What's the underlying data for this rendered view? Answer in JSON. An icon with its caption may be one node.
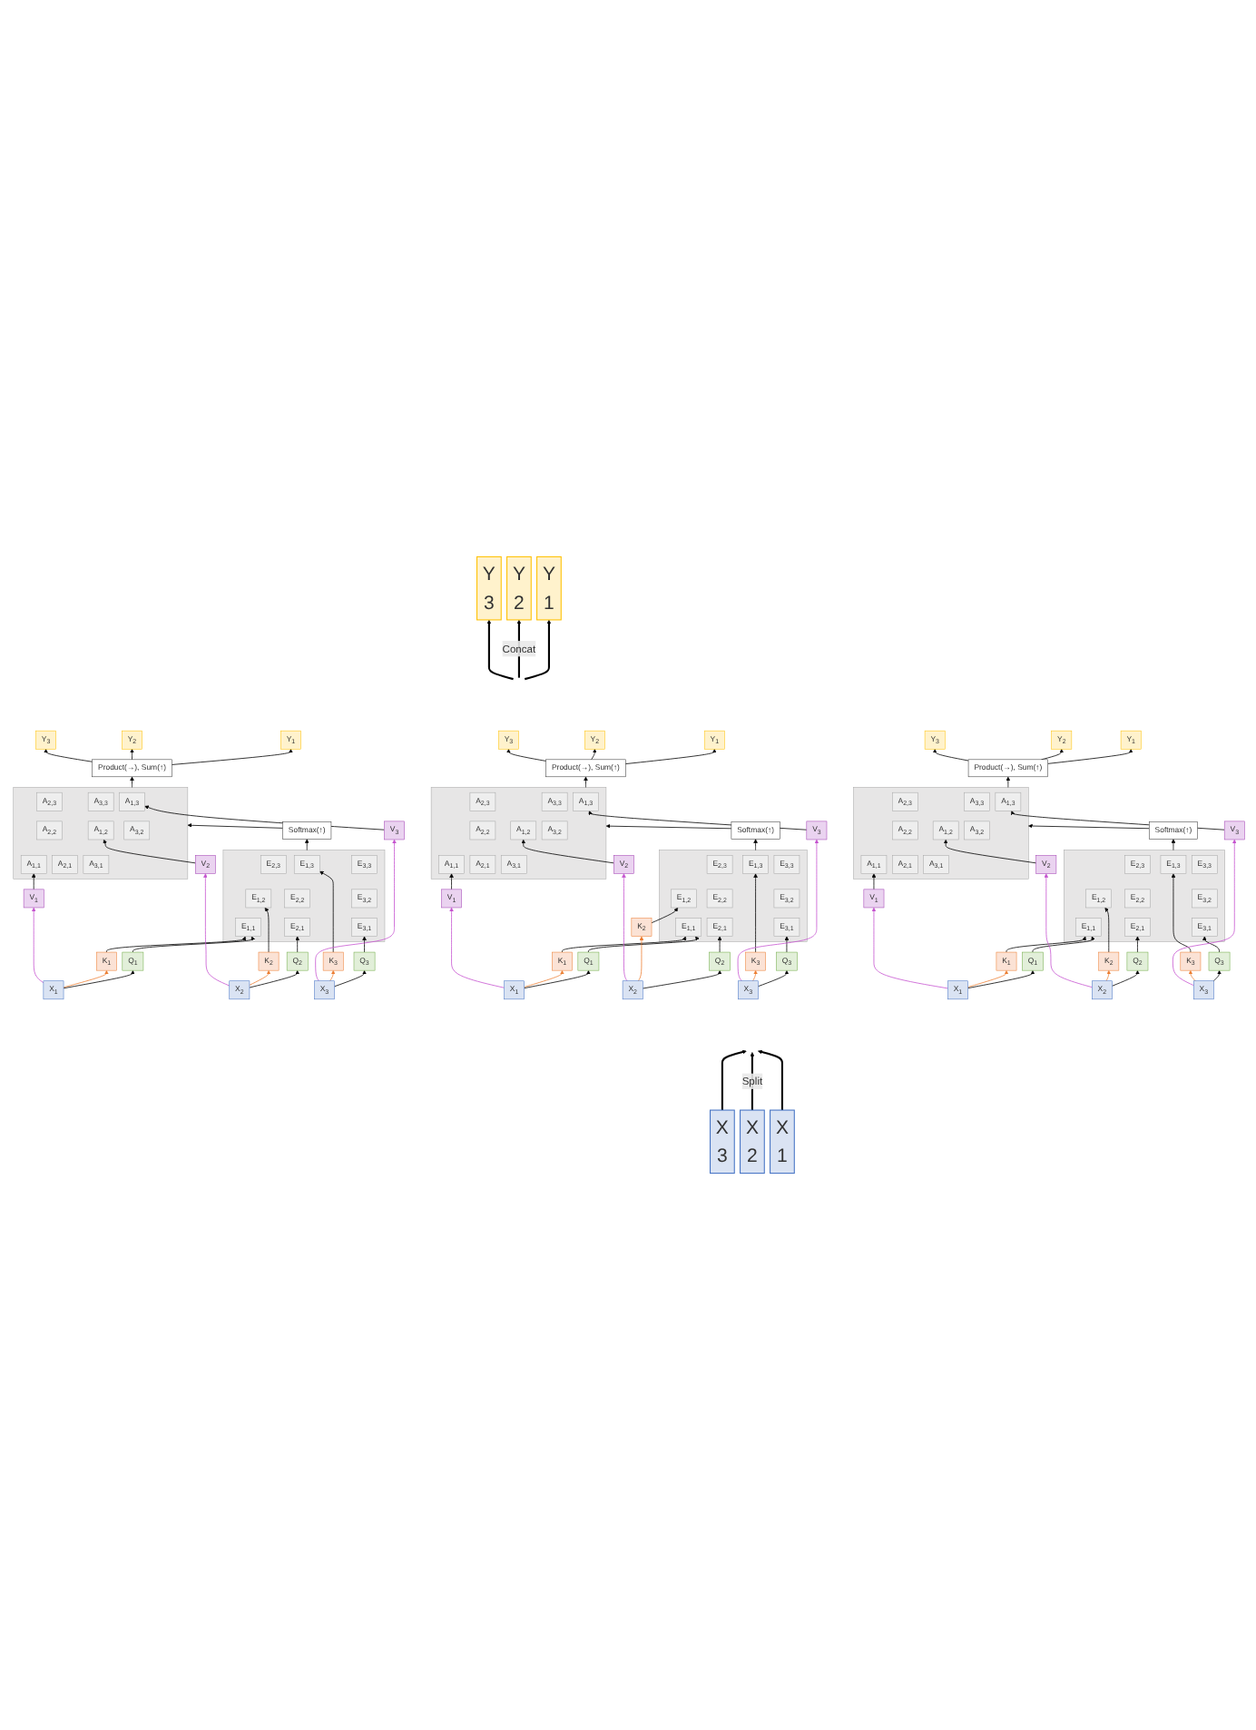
{
  "diagram": {
    "nodes": [
      {
        "text": [
          "Y",
          "1"
        ]
      },
      {
        "text": [
          "Y",
          "2"
        ]
      },
      {
        "text": [
          "Y",
          "3"
        ]
      },
      {
        "text": [
          "Y$_{1}$"
        ]
      },
      {
        "text": [
          "Y$_{2}$"
        ]
      },
      {
        "text": [
          "Y$_{3}$"
        ]
      },
      {
        "text": [
          "Product(→), Sum(↑)"
        ]
      },
      {
        "text": [],
        "shape": "box"
      },
      {
        "text": [
          "A$_{1,3}$"
        ],
        "in": 7
      },
      {
        "text": [
          "A$_{2,3}$"
        ],
        "in": 7
      },
      {
        "text": [
          "A$_{3,3}$"
        ],
        "in": 7
      },
      {
        "text": [
          "A$_{1,2}$"
        ],
        "in": 7
      },
      {
        "text": [
          "A$_{2,2}$"
        ],
        "in": 7
      },
      {
        "text": [
          "A$_{3,2}$"
        ],
        "in": 7
      },
      {
        "text": [
          "A$_{1,1}$"
        ],
        "in": 7
      },
      {
        "text": [
          "A$_{2,1}$"
        ],
        "in": 7
      },
      {
        "text": [
          "A$_{3,1}$"
        ],
        "in": 7
      },
      {
        "text": [
          "V$_{3}$"
        ]
      },
      {
        "text": [
          "V$_{2}$"
        ]
      },
      {
        "text": [
          "V$_{1}$"
        ]
      },
      {
        "text": [
          "Softmax(↑)"
        ]
      },
      {
        "text": [],
        "shape": "box"
      },
      {
        "text": [
          "E$_{1,3}$"
        ],
        "in": 21
      },
      {
        "text": [
          "E$_{2,3}$"
        ],
        "in": 21
      },
      {
        "text": [
          "E$_{3,3}$"
        ],
        "in": 21
      },
      {
        "text": [
          "E$_{1,2}$"
        ],
        "in": 21
      },
      {
        "text": [
          "E$_{2,2}$"
        ],
        "in": 21
      },
      {
        "text": [
          "E$_{3,2}$"
        ],
        "in": 21
      },
      {
        "text": [
          "E$_{1,1}$"
        ],
        "in": 21
      },
      {
        "text": [
          "E$_{2,1}$"
        ],
        "in": 21
      },
      {
        "text": [
          "E$_{3,1}$"
        ],
        "in": 21
      },
      {
        "text": [
          "K$_{3}$"
        ]
      },
      {
        "text": [
          "K$_{2}$"
        ]
      },
      {
        "text": [
          "K$_{1}$"
        ]
      },
      {
        "text": [
          "Q$_{1}$"
        ]
      },
      {
        "text": [
          "Q$_{2}$"
        ]
      },
      {
        "text": [
          "Q$_{3}$"
        ]
      },
      {
        "text": [
          "X$_{1}$"
        ]
      },
      {
        "text": [
          "X$_{2}$"
        ]
      },
      {
        "text": [
          "X$_{3}$"
        ]
      },
      {
        "text": [
          "Y$_{1}$"
        ]
      },
      {
        "text": [
          "Y$_{2}$"
        ]
      },
      {
        "text": [
          "Y$_{3}$"
        ]
      },
      {
        "text": [
          "Product(→), Sum(↑)"
        ]
      },
      {
        "text": [],
        "shape": "box"
      },
      {
        "text": [
          "A$_{1,3}$"
        ],
        "in": 44
      },
      {
        "text": [
          "A$_{2,3}$"
        ],
        "in": 44
      },
      {
        "text": [
          "A$_{3,3}$"
        ],
        "in": 44
      },
      {
        "text": [
          "A$_{1,2}$"
        ],
        "in": 44
      },
      {
        "text": [
          "A$_{2,2}$"
        ],
        "in": 44
      },
      {
        "text": [
          "A$_{3,2}$"
        ],
        "in": 44
      },
      {
        "text": [
          "A$_{1,1}$"
        ],
        "in": 44
      },
      {
        "text": [
          "A$_{2,1}$"
        ],
        "in": 44
      },
      {
        "text": [
          "A$_{3,1}$"
        ],
        "in": 44
      },
      {
        "text": [
          "V$_{3}$"
        ]
      },
      {
        "text": [
          "V$_{2}$"
        ]
      },
      {
        "text": [
          "V$_{1}$"
        ]
      },
      {
        "text": [
          "Softmax(↑)"
        ]
      },
      {
        "text": [],
        "shape": "box"
      },
      {
        "text": [
          "E$_{1,3}$"
        ],
        "in": 58
      },
      {
        "text": [
          "E$_{2,3}$"
        ],
        "in": 58
      },
      {
        "text": [
          "E$_{3,3}$"
        ],
        "in": 58
      },
      {
        "text": [
          "E$_{1,2}$"
        ],
        "in": 58
      },
      {
        "text": [
          "E$_{2,2}$"
        ],
        "in": 58
      },
      {
        "text": [
          "E$_{3,2}$"
        ],
        "in": 58
      },
      {
        "text": [
          "E$_{1,1}$"
        ],
        "in": 58
      },
      {
        "text": [
          "E$_{2,1}$"
        ],
        "in": 58
      },
      {
        "text": [
          "E$_{3,1}$"
        ],
        "in": 58
      },
      {
        "text": [
          "K$_{3}$"
        ]
      },
      {
        "text": [
          "K$_{2}$"
        ]
      },
      {
        "text": [
          "K$_{1}$"
        ]
      },
      {
        "text": [
          "Q$_{1}$"
        ]
      },
      {
        "text": [
          "Q$_{2}$"
        ]
      },
      {
        "text": [
          "Q$_{3}$"
        ]
      },
      {
        "text": [
          "X$_{1}$"
        ]
      },
      {
        "text": [
          "X$_{2}$"
        ]
      },
      {
        "text": [
          "X$_{3}$"
        ]
      },
      {
        "text": [
          "Y$_{1}$"
        ]
      },
      {
        "text": [
          "Y$_{2}$"
        ]
      },
      {
        "text": [
          "Y$_{3}$"
        ]
      },
      {
        "text": [
          "Product(→), Sum(↑)"
        ]
      },
      {
        "text": [],
        "shape": "box"
      },
      {
        "text": [
          "A$_{1,3}$"
        ],
        "in": 81
      },
      {
        "text": [
          "A$_{2,3}$"
        ],
        "in": 81
      },
      {
        "text": [
          "A$_{3,3}$"
        ],
        "in": 81
      },
      {
        "text": [
          "A$_{1,2}$"
        ],
        "in": 81
      },
      {
        "text": [
          "A$_{2,2}$"
        ],
        "in": 81
      },
      {
        "text": [
          "A$_{3,2}$"
        ],
        "in": 81
      },
      {
        "text": [
          "A$_{1,1}$"
        ],
        "in": 81
      },
      {
        "text": [
          "A$_{2,1}$"
        ],
        "in": 81
      },
      {
        "text": [
          "A$_{3,1}$"
        ],
        "in": 81
      },
      {
        "text": [
          "V$_{3}$"
        ]
      },
      {
        "text": [
          "V$_{2}$"
        ]
      },
      {
        "text": [
          "V$_{1}$"
        ]
      },
      {
        "text": [
          "Softmax(↑)"
        ]
      },
      {
        "text": [],
        "shape": "box"
      },
      {
        "text": [
          "E$_{1,3}$"
        ],
        "in": 95
      },
      {
        "text": [
          "E$_{2,3}$"
        ],
        "in": 95
      },
      {
        "text": [
          "E$_{3,3}$"
        ],
        "in": 95
      },
      {
        "text": [
          "E$_{1,2}$"
        ],
        "in": 95
      },
      {
        "text": [
          "E$_{2,2}$"
        ],
        "in": 95
      },
      {
        "text": [
          "E$_{3,2}$"
        ],
        "in": 95
      },
      {
        "text": [
          "E$_{1,1}$"
        ],
        "in": 95
      },
      {
        "text": [
          "E$_{2,1}$"
        ],
        "in": 95
      },
      {
        "text": [
          "E$_{3,1}$"
        ],
        "in": 95
      },
      {
        "text": [
          "K$_{3}$"
        ]
      },
      {
        "text": [
          "K$_{2}$"
        ]
      },
      {
        "text": [
          "K$_{1}$"
        ]
      },
      {
        "text": [
          "Q$_{1}$"
        ]
      },
      {
        "text": [
          "Q$_{2}$"
        ]
      },
      {
        "text": [
          "Q$_{3}$"
        ]
      },
      {
        "text": [
          "X$_{1}$"
        ]
      },
      {
        "text": [
          "X$_{2}$"
        ]
      },
      {
        "text": [
          "X$_{3}$"
        ]
      },
      {
        "text": [
          "X",
          "1"
        ]
      },
      {
        "text": [
          "X",
          "2"
        ]
      },
      {
        "text": [
          "X",
          "3"
        ]
      }
    ],
    "edges": [
      {
        "from": null,
        "to": 0,
        "arrow": "to"
      },
      {
        "from": null,
        "to": 1,
        "arrow": "to",
        "label": "Concat"
      },
      {
        "from": null,
        "to": 2,
        "arrow": "to"
      },
      {
        "from": 6,
        "to": 3,
        "arrow": "to"
      },
      {
        "from": 6,
        "to": 4,
        "arrow": "to"
      },
      {
        "from": 6,
        "to": 5,
        "arrow": "to"
      },
      {
        "from": 7,
        "to": 6,
        "arrow": "to"
      },
      {
        "from": 17,
        "to": 8,
        "arrow": "to"
      },
      {
        "from": 18,
        "to": 11,
        "arrow": "to"
      },
      {
        "from": 19,
        "to": 14,
        "arrow": "to"
      },
      {
        "from": 20,
        "to": 7,
        "arrow": "to"
      },
      {
        "from": 21,
        "to": 20,
        "arrow": "to"
      },
      {
        "from": 31,
        "to": 22,
        "arrow": "to"
      },
      {
        "from": 32,
        "to": 25,
        "arrow": "to"
      },
      {
        "from": 33,
        "to": 28,
        "arrow": "to"
      },
      {
        "from": 34,
        "to": 28,
        "arrow": "to"
      },
      {
        "from": 35,
        "to": 29,
        "arrow": "to"
      },
      {
        "from": 36,
        "to": 30,
        "arrow": "to"
      },
      {
        "from": 37,
        "to": 34,
        "arrow": "to"
      },
      {
        "from": 38,
        "to": 35,
        "arrow": "to"
      },
      {
        "from": 39,
        "to": 36,
        "arrow": "to"
      },
      {
        "from": 37,
        "to": 33,
        "arrow": "to",
        "color": "#ed7d31"
      },
      {
        "from": 38,
        "to": 32,
        "arrow": "to",
        "color": "#ed7d31"
      },
      {
        "from": 39,
        "to": 31,
        "arrow": "to",
        "color": "#ed7d31"
      },
      {
        "from": 37,
        "to": 19,
        "arrow": "to",
        "color": "#c653d0"
      },
      {
        "from": 38,
        "to": 18,
        "arrow": "to",
        "color": "#c653d0"
      },
      {
        "from": 39,
        "to": 17,
        "arrow": "to",
        "color": "#c653d0"
      },
      {
        "from": 43,
        "to": 40,
        "arrow": "to"
      },
      {
        "from": 43,
        "to": 41,
        "arrow": "to"
      },
      {
        "from": 43,
        "to": 42,
        "arrow": "to"
      },
      {
        "from": 44,
        "to": 43,
        "arrow": "to"
      },
      {
        "from": 54,
        "to": 45,
        "arrow": "to"
      },
      {
        "from": 55,
        "to": 48,
        "arrow": "to"
      },
      {
        "from": 56,
        "to": 51,
        "arrow": "to"
      },
      {
        "from": 57,
        "to": 44,
        "arrow": "to"
      },
      {
        "from": 58,
        "to": 57,
        "arrow": "to"
      },
      {
        "from": 68,
        "to": 59,
        "arrow": "to"
      },
      {
        "from": 69,
        "to": 62,
        "arrow": "to"
      },
      {
        "from": 70,
        "to": 65,
        "arrow": "to"
      },
      {
        "from": 71,
        "to": 65,
        "arrow": "to"
      },
      {
        "from": 72,
        "to": 66,
        "arrow": "to"
      },
      {
        "from": 73,
        "to": 67,
        "arrow": "to"
      },
      {
        "from": 74,
        "to": 71,
        "arrow": "to"
      },
      {
        "from": 75,
        "to": 72,
        "arrow": "to"
      },
      {
        "from": 76,
        "to": 73,
        "arrow": "to"
      },
      {
        "from": 74,
        "to": 70,
        "arrow": "to",
        "color": "#ed7d31"
      },
      {
        "from": 75,
        "to": 69,
        "arrow": "to",
        "color": "#ed7d31"
      },
      {
        "from": 76,
        "to": 68,
        "arrow": "to",
        "color": "#ed7d31"
      },
      {
        "from": 74,
        "to": 56,
        "arrow": "to",
        "color": "#c653d0"
      },
      {
        "from": 75,
        "to": 55,
        "arrow": "to",
        "color": "#c653d0"
      },
      {
        "from": 76,
        "to": 54,
        "arrow": "to",
        "color": "#c653d0"
      },
      {
        "from": 80,
        "to": 77,
        "arrow": "to"
      },
      {
        "from": 80,
        "to": 78,
        "arrow": "to"
      },
      {
        "from": 80,
        "to": 79,
        "arrow": "to"
      },
      {
        "from": 81,
        "to": 80,
        "arrow": "to"
      },
      {
        "from": 91,
        "to": 82,
        "arrow": "to"
      },
      {
        "from": 92,
        "to": 85,
        "arrow": "to"
      },
      {
        "from": 93,
        "to": 88,
        "arrow": "to"
      },
      {
        "from": 94,
        "to": 81,
        "arrow": "to"
      },
      {
        "from": 95,
        "to": 94,
        "arrow": "to"
      },
      {
        "from": 105,
        "to": 96,
        "arrow": "to"
      },
      {
        "from": 106,
        "to": 99,
        "arrow": "to"
      },
      {
        "from": 107,
        "to": 102,
        "arrow": "to"
      },
      {
        "from": 108,
        "to": 102,
        "arrow": "to"
      },
      {
        "from": 109,
        "to": 103,
        "arrow": "to"
      },
      {
        "from": 110,
        "to": 104,
        "arrow": "to"
      },
      {
        "from": 111,
        "to": 108,
        "arrow": "to"
      },
      {
        "from": 112,
        "to": 109,
        "arrow": "to"
      },
      {
        "from": 113,
        "to": 110,
        "arrow": "to"
      },
      {
        "from": 111,
        "to": 107,
        "arrow": "to",
        "color": "#ed7d31"
      },
      {
        "from": 112,
        "to": 106,
        "arrow": "to",
        "color": "#ed7d31"
      },
      {
        "from": 113,
        "to": 105,
        "arrow": "to",
        "color": "#ed7d31"
      },
      {
        "from": 111,
        "to": 93,
        "arrow": "to",
        "color": "#c653d0"
      },
      {
        "from": 112,
        "to": 92,
        "arrow": "to",
        "color": "#c653d0"
      },
      {
        "from": 113,
        "to": 91,
        "arrow": "to",
        "color": "#c653d0"
      },
      {
        "from": 114,
        "to": null,
        "arrow": "to"
      },
      {
        "from": 115,
        "to": null,
        "arrow": "to",
        "label": "Split"
      },
      {
        "from": 116,
        "to": null,
        "arrow": "to"
      }
    ]
  }
}
